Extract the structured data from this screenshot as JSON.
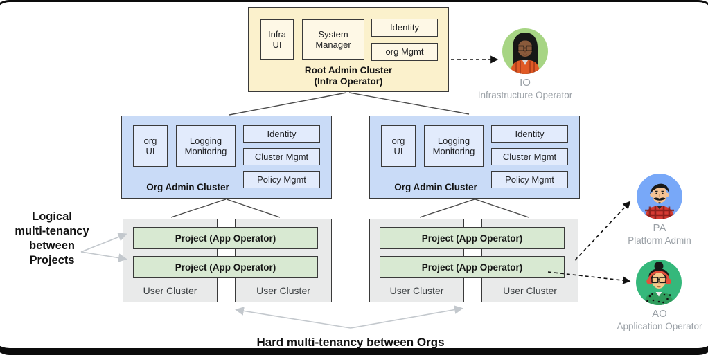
{
  "root_cluster": {
    "title": "Root Admin Cluster",
    "subtitle": "(Infra Operator)",
    "components": {
      "infra_ui": "Infra UI",
      "system_manager": "System Manager",
      "identity": "Identity",
      "org_mgmt": "org Mgmt"
    }
  },
  "org_clusters": [
    {
      "title": "Org Admin Cluster",
      "components": {
        "org_ui": "org UI",
        "logging_monitoring": "Logging Monitoring",
        "identity": "Identity",
        "cluster_mgmt": "Cluster Mgmt",
        "policy_mgmt": "Policy Mgmt"
      }
    },
    {
      "title": "Org Admin Cluster",
      "components": {
        "org_ui": "org UI",
        "logging_monitoring": "Logging Monitoring",
        "identity": "Identity",
        "cluster_mgmt": "Cluster Mgmt",
        "policy_mgmt": "Policy Mgmt"
      }
    }
  ],
  "user_cluster_groups": [
    {
      "projects": [
        "Project (App Operator)",
        "Project (App Operator)"
      ],
      "clusters": [
        "User Cluster",
        "User Cluster"
      ]
    },
    {
      "projects": [
        "Project (App Operator)",
        "Project (App Operator)"
      ],
      "clusters": [
        "User Cluster",
        "User Cluster"
      ]
    }
  ],
  "annotations": {
    "logical": {
      "lines": [
        "Logical",
        "multi-tenancy",
        "between",
        "Projects"
      ]
    },
    "hard": "Hard multi-tenancy between Orgs"
  },
  "actors": [
    {
      "initials": "IO",
      "role": "Infrastructure Operator"
    },
    {
      "initials": "PA",
      "role": "Platform Admin"
    },
    {
      "initials": "AO",
      "role": "Application Operator"
    }
  ],
  "colors": {
    "root_fill": "#FBF1CC",
    "root_inner_fill": "#FEF8E6",
    "org_fill": "#C9DBF7",
    "org_inner_fill": "#E2EBFC",
    "user_fill": "#E9EAEA",
    "project_fill": "#D8E9D2",
    "box_border": "#3A3A3A",
    "connector": "#4A4A4A",
    "dashed_arrow": "#111111",
    "gray_arrow": "#C3C8CD",
    "io_circle": "#A7D584",
    "pa_circle": "#78A8F8",
    "ao_circle": "#35B87B",
    "actor_label": "#9AA0A6",
    "text": "#202124"
  }
}
